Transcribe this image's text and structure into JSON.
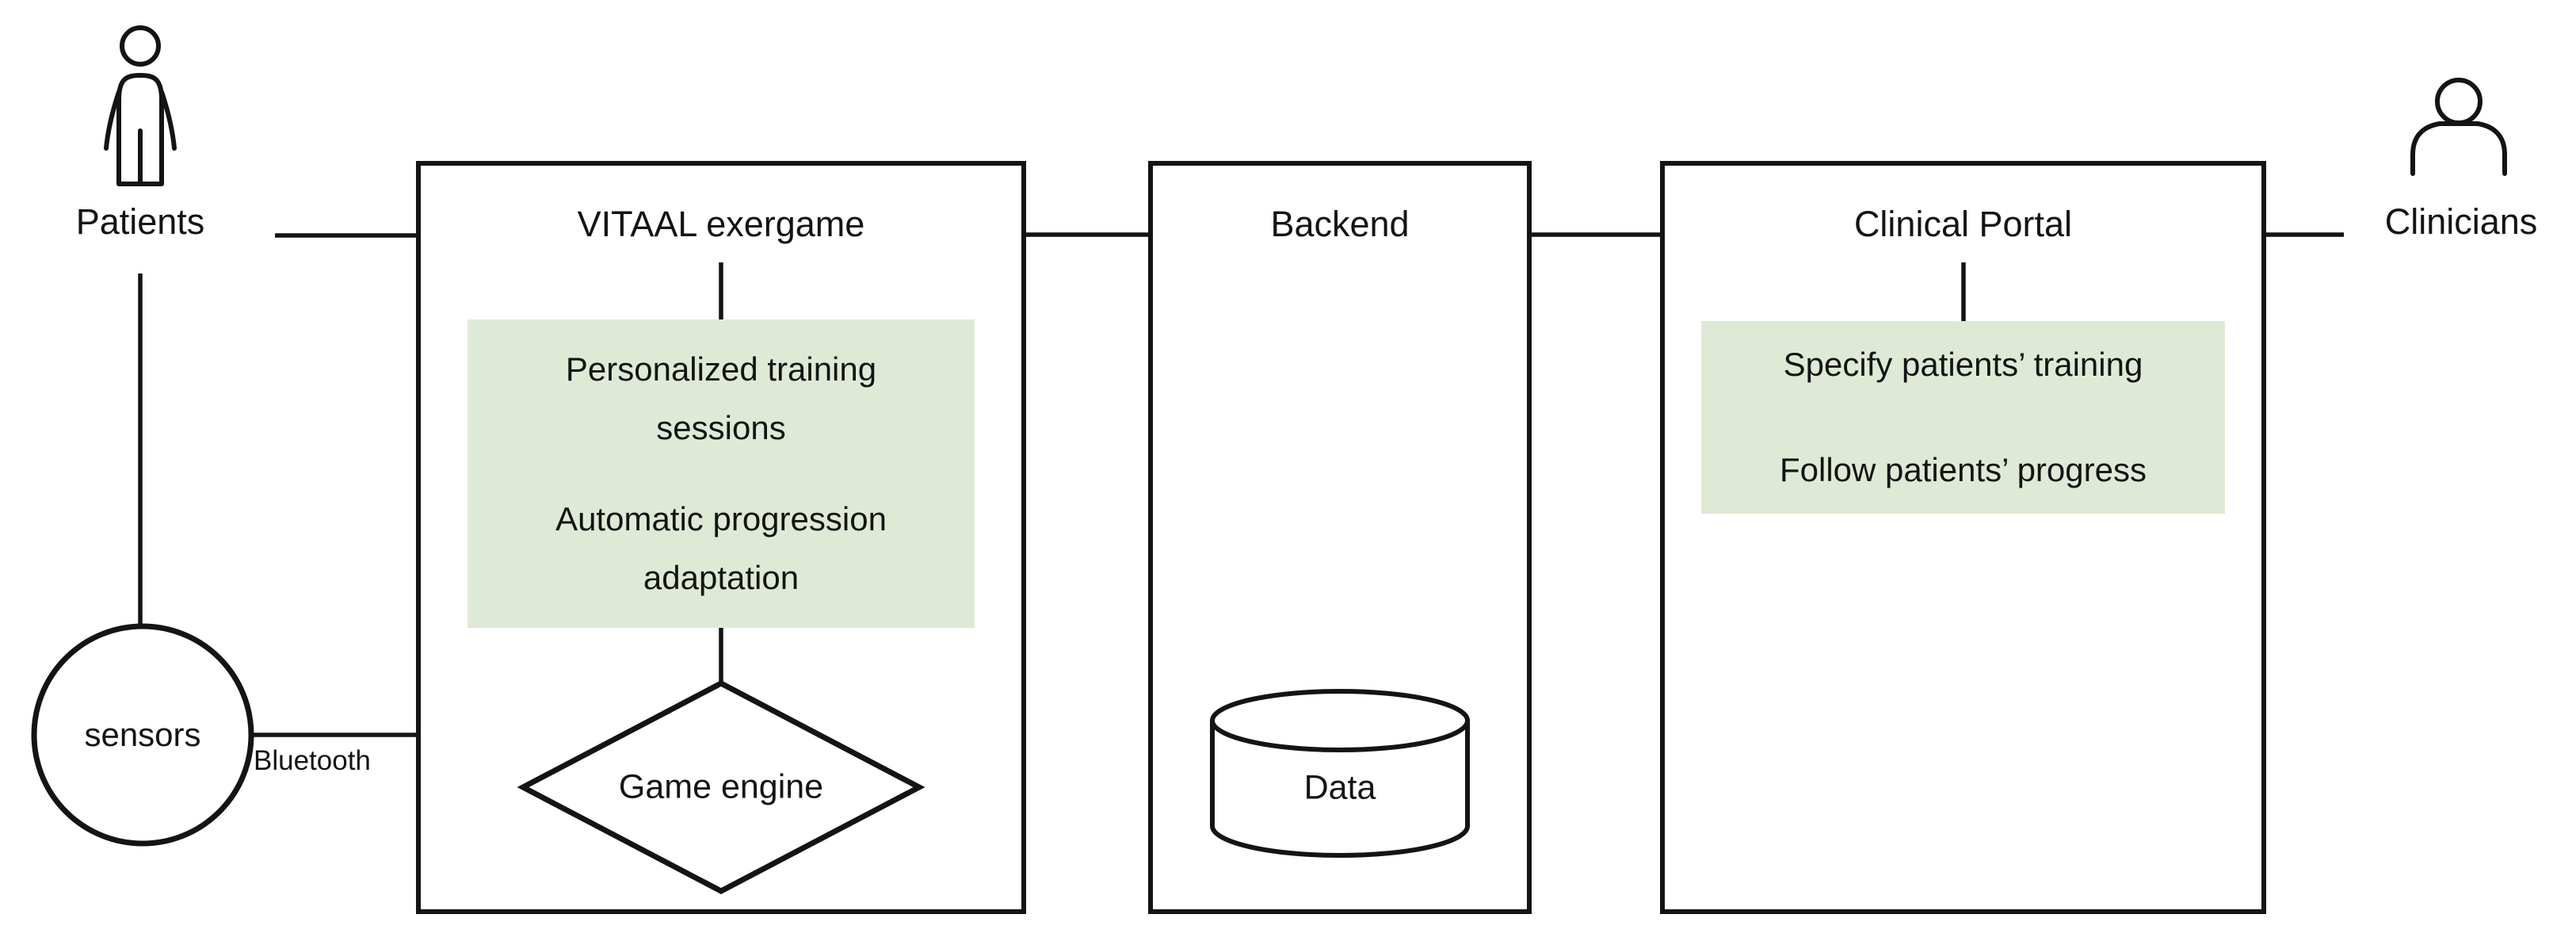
{
  "diagram": {
    "patients": {
      "label": "Patients"
    },
    "clinicians": {
      "label": "Clinicians"
    },
    "sensors": {
      "label": "sensors",
      "link_label": "Bluetooth"
    },
    "exergame": {
      "title": "VITAAL exergame",
      "feature_1": "Personalized training sessions",
      "feature_2": "Automatic progression adaptation",
      "engine_label": "Game engine"
    },
    "backend": {
      "title": "Backend",
      "data_label": "Data"
    },
    "portal": {
      "title": "Clinical Portal",
      "feature_1": "Specify patients’ training",
      "feature_2": "Follow patients’ progress"
    },
    "colors": {
      "highlight_green": "#dfead6",
      "ink": "#141414"
    }
  }
}
